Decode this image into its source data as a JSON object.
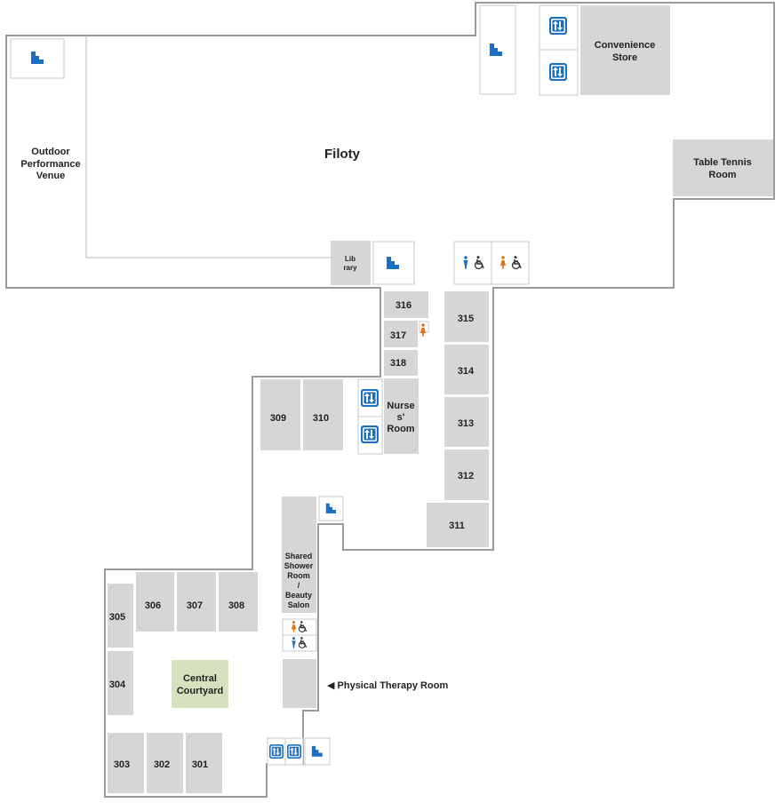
{
  "colors": {
    "room_fill": "#d6d6d6",
    "courtyard_fill": "#d5e2bd",
    "wall": "#9a9a9a",
    "icon_blue": "#1a6fc2",
    "icon_orange": "#e07418"
  },
  "labels": {
    "filoty": "Filoty",
    "outdoor_1": "Outdoor",
    "outdoor_2": "Performance",
    "outdoor_3": "Venue",
    "convenience_1": "Convenience",
    "convenience_2": "Store",
    "table_tennis_1": "Table Tennis",
    "table_tennis_2": "Room",
    "library_1": "Lib",
    "library_2": "rary",
    "nurse_1": "Nurse",
    "nurse_2": "s'",
    "nurse_3": "Room",
    "shower_1": "Shared",
    "shower_2": "Shower",
    "shower_3": "Room",
    "shower_4": "/",
    "shower_5": "Beauty",
    "shower_6": "Salon",
    "courtyard_1": "Central",
    "courtyard_2": "Courtyard",
    "physical_therapy": "◀ Physical Therapy Room"
  },
  "rooms": {
    "r301": "301",
    "r302": "302",
    "r303": "303",
    "r304": "304",
    "r305": "305",
    "r306": "306",
    "r307": "307",
    "r308": "308",
    "r309": "309",
    "r310": "310",
    "r311": "311",
    "r312": "312",
    "r313": "313",
    "r314": "314",
    "r315": "315",
    "r316": "316",
    "r317": "317",
    "r318": "318"
  },
  "icons": {
    "stairs": "stairs-icon",
    "elevator": "elevator-icon",
    "restroom_male_accessible": "male-accessible-restroom-icon",
    "restroom_female_accessible": "female-accessible-restroom-icon"
  }
}
